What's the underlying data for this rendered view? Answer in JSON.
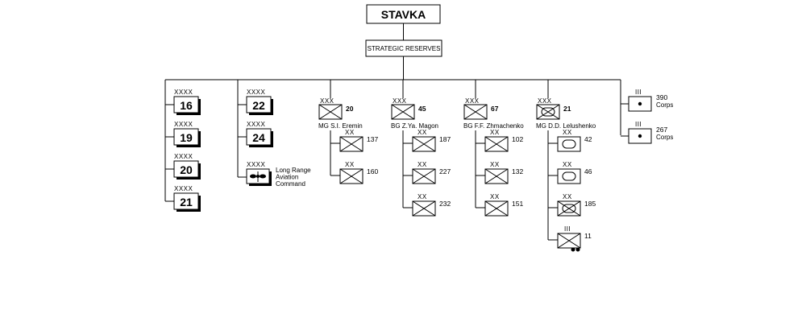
{
  "top": {
    "title": "STAVKA"
  },
  "reserves": {
    "label": "STRATEGIC RESERVES"
  },
  "echelons": {
    "army": "XXXX",
    "corps": "XXX",
    "division": "XX",
    "brigade": "III"
  },
  "armies_col1": [
    "16",
    "19",
    "20",
    "21"
  ],
  "armies_col2": [
    "22",
    "24"
  ],
  "aviation": {
    "label_lines": [
      "Long Range",
      "Aviation",
      "Command"
    ]
  },
  "corps": [
    {
      "number": "20",
      "commander": "MG  S.I. Eremin",
      "type": "rifle",
      "divisions": [
        {
          "number": "137",
          "type": "rifle"
        },
        {
          "number": "160",
          "type": "rifle"
        }
      ]
    },
    {
      "number": "45",
      "commander": "BG  Z.Ya. Magon",
      "type": "rifle",
      "divisions": [
        {
          "number": "187",
          "type": "rifle"
        },
        {
          "number": "227",
          "type": "rifle"
        },
        {
          "number": "232",
          "type": "rifle"
        }
      ]
    },
    {
      "number": "67",
      "commander": "BG  F.F. Zhmachenko",
      "type": "rifle",
      "divisions": [
        {
          "number": "102",
          "type": "rifle"
        },
        {
          "number": "132",
          "type": "rifle"
        },
        {
          "number": "151",
          "type": "rifle"
        }
      ]
    },
    {
      "number": "21",
      "commander": "MG  D.D. Lelushenko",
      "type": "mechanized",
      "divisions": [
        {
          "number": "42",
          "type": "tank"
        },
        {
          "number": "46",
          "type": "tank"
        },
        {
          "number": "185",
          "type": "mechanized"
        },
        {
          "number": "11",
          "type": "motorcycle"
        }
      ]
    }
  ],
  "artillery": [
    {
      "number": "390",
      "sub": "Corps"
    },
    {
      "number": "267",
      "sub": "Corps"
    }
  ]
}
